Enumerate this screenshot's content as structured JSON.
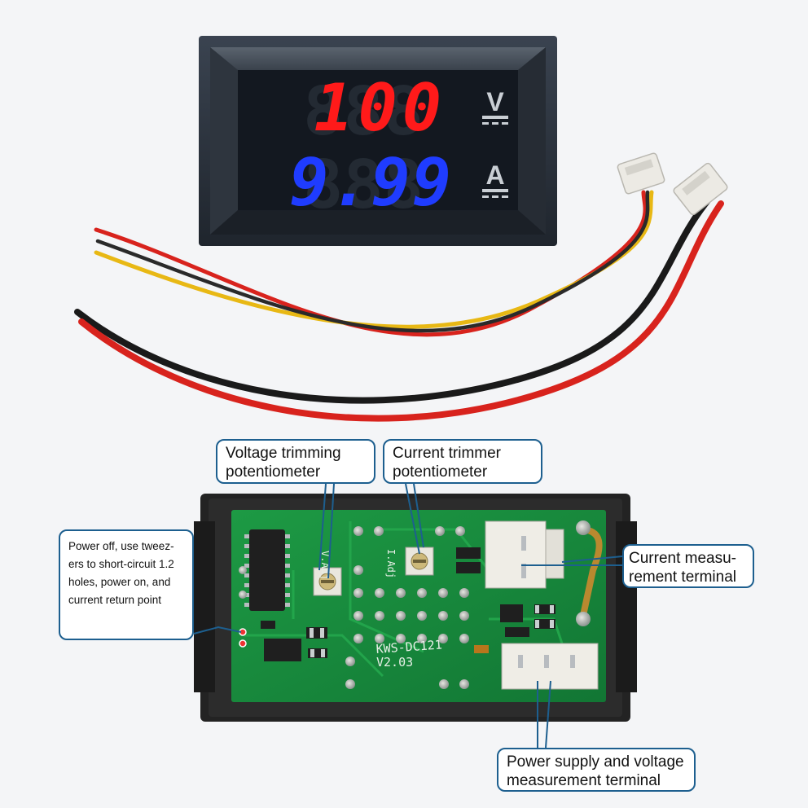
{
  "meter": {
    "voltage_reading": "100",
    "current_reading": "9.99",
    "voltage_unit": "V",
    "current_unit": "A",
    "voltage_color": "#ff1a1a",
    "current_color": "#1f3cff"
  },
  "pcb": {
    "silkscreen_model": "KWS-DC121",
    "silkscreen_version": "V2.03",
    "silkscreen_vadj": "V.Adj",
    "silkscreen_iadj": "I.Adj",
    "board_color": "#178a3a"
  },
  "callouts": {
    "voltage_trim": {
      "line1": "Voltage trimming",
      "line2": "potentiometer"
    },
    "current_trim": {
      "line1": "Current trimmer",
      "line2": "potentiometer"
    },
    "short_circuit": {
      "line1": "Power off, use tweez-",
      "line2": "ers to short-circuit 1.2",
      "line3": "holes, power on, and",
      "line4": "current return point"
    },
    "current_measure": {
      "line1": "Current measu-",
      "line2": "rement terminal"
    },
    "power_supply": {
      "line1": "Power supply and voltage",
      "line2": "measurement terminal"
    }
  },
  "colors": {
    "callout_border": "#1d5f8f",
    "wire_red": "#d8231d",
    "wire_yellow": "#e8b814",
    "wire_black": "#1a1a1a"
  }
}
